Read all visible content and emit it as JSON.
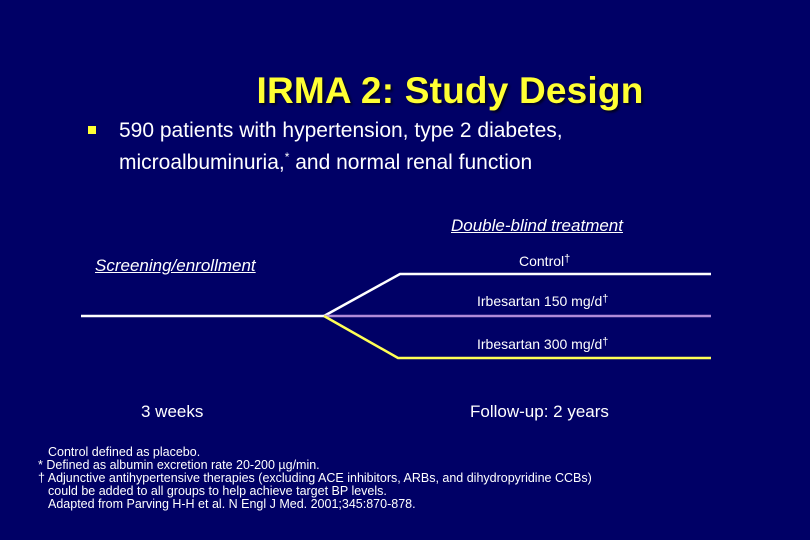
{
  "slide": {
    "title": "IRMA 2: Study Design",
    "background_color": "#000066",
    "title_color": "#ffff33",
    "bullets": [
      {
        "line1": "590 patients with hypertension, type 2 diabetes,",
        "line2_pre": "microalbuminuria,",
        "line2_sup": "*",
        "line2_post": " and normal renal function"
      }
    ]
  },
  "diagram": {
    "phase_headers": {
      "screening": "Screening/enrollment",
      "treatment": "Double-blind treatment"
    },
    "arms": [
      {
        "label": "Control",
        "marker": "†",
        "line_color": "#ffffff"
      },
      {
        "label": "Irbesartan 150 mg/d",
        "marker": "†",
        "line_color": "#b08ad8"
      },
      {
        "label": "Irbesartan 300 mg/d",
        "marker": "†",
        "line_color": "#ffff55"
      }
    ],
    "durations": {
      "screening": "3 weeks",
      "treatment": "Follow-up: 2 years"
    }
  },
  "footnotes": [
    "Control defined as placebo.",
    "* Defined as albumin excretion rate 20-200 µg/min.",
    "† Adjunctive antihypertensive therapies (excluding ACE inhibitors, ARBs, and dihydropyridine CCBs)",
    "could be added to all groups to help achieve target BP levels.",
    "Adapted from Parving H-H et al. N Engl J Med. 2001;345:870-878."
  ]
}
